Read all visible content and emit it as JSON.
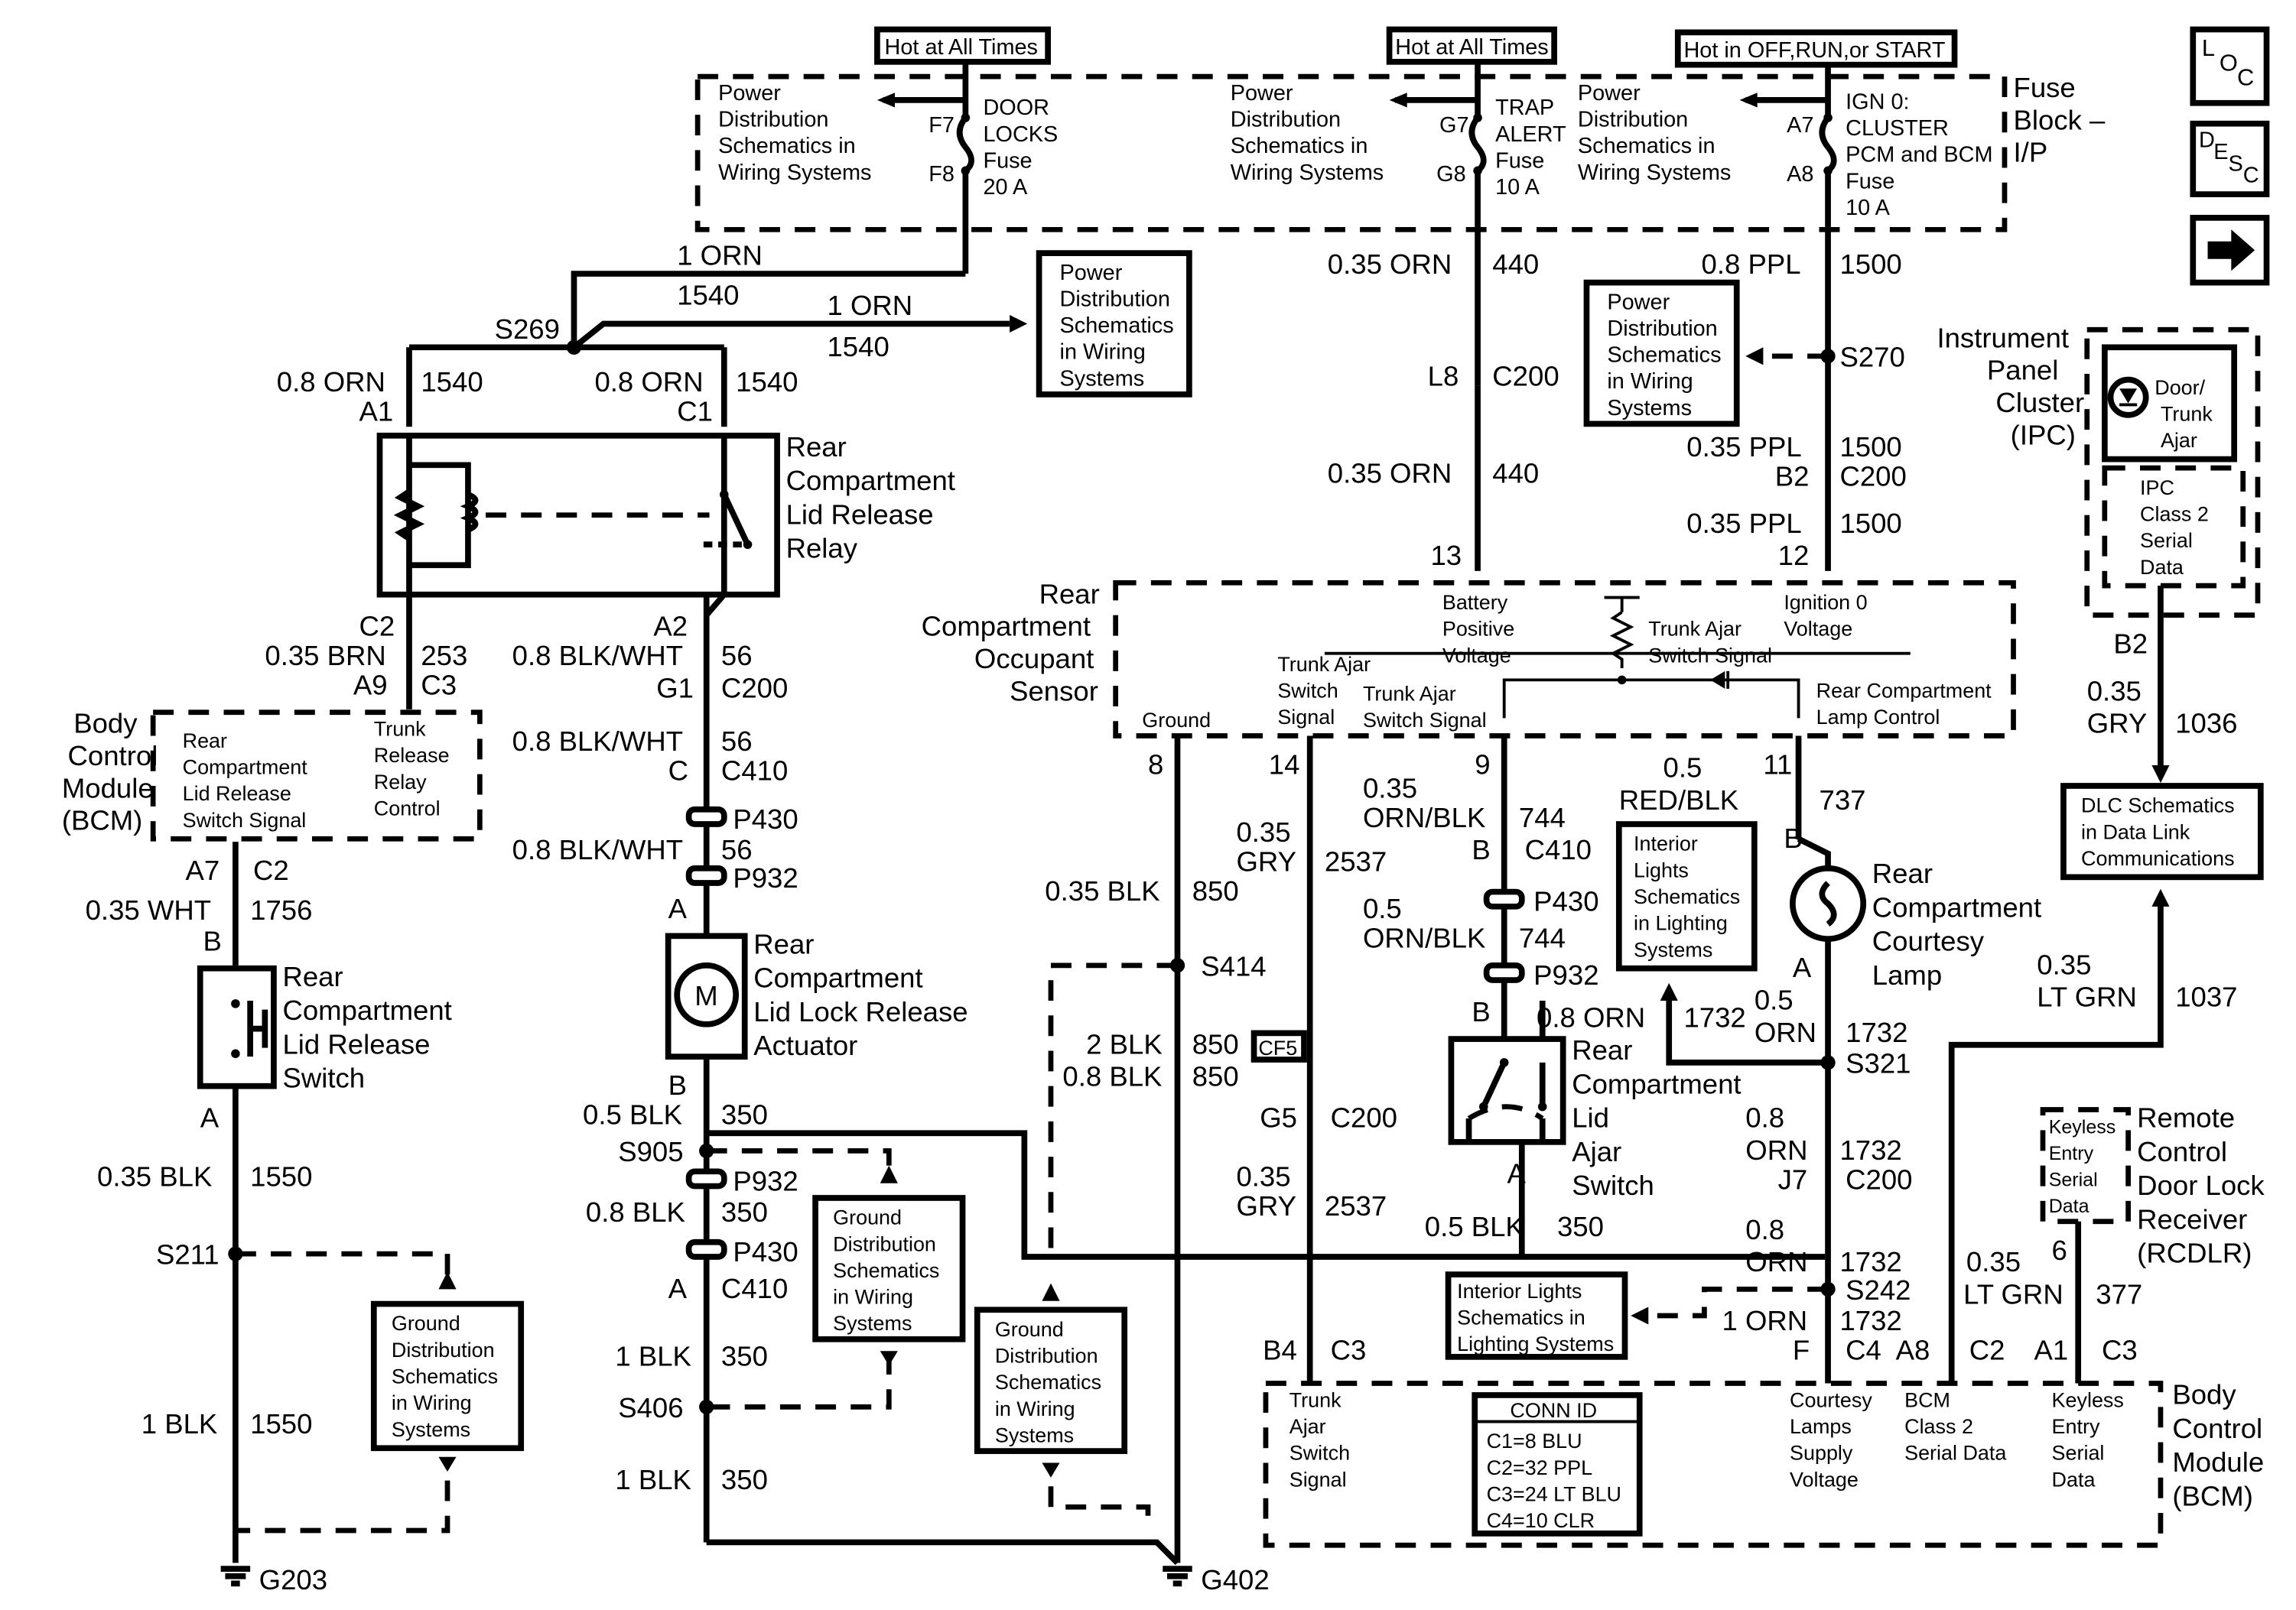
{
  "headers": {
    "hot1": "Hot at All Times",
    "hot2": "Hot at All Times",
    "hot3": "Hot in OFF,RUN,or START"
  },
  "fuse_block": {
    "title_l1": "Fuse",
    "title_l2": "Block –",
    "title_l3": "I/P",
    "pd_text": [
      "Power",
      "Distribution",
      "Schematics in",
      "Wiring Systems"
    ],
    "f7": "F7",
    "f8": "F8",
    "door_locks": [
      "DOOR",
      "LOCKS",
      "Fuse",
      "20 A"
    ],
    "g7": "G7",
    "g8": "G8",
    "trap": [
      "TRAP",
      "ALERT",
      "Fuse",
      "10 A"
    ],
    "a7": "A7",
    "a8": "A8",
    "ign": [
      "IGN 0:",
      "CLUSTER",
      "PCM and BCM",
      "Fuse",
      "10 A"
    ]
  },
  "nav": {
    "loc": [
      "L",
      "O",
      "C"
    ],
    "desc": [
      "D",
      "E",
      "S",
      "C"
    ]
  },
  "wires": {
    "w1_size": "1 ORN",
    "w1_num": "1540",
    "s269": "S269",
    "w2_size": "1 ORN",
    "w2_num": "1540",
    "a1_size": "0.8 ORN",
    "a1_num": "1540",
    "a1": "A1",
    "c1_size": "0.8 ORN",
    "c1_num": "1540",
    "c1": "C1",
    "c2": "C2",
    "brn": "0.35 BRN",
    "brn_num": "253",
    "a9": "A9",
    "c3": "C3",
    "a2": "A2",
    "bw1": "0.8 BLK/WHT",
    "bw1_num": "56",
    "g1": "G1",
    "c200a": "C200",
    "bw2": "0.8 BLK/WHT",
    "bw2_num": "56",
    "c_conn": "C",
    "c410a": "C410",
    "p430a": "P430",
    "bw3": "0.8 BLK/WHT",
    "bw3_num": "56",
    "p932a": "P932",
    "a_act": "A",
    "b_act": "B",
    "blk05": "0.5 BLK",
    "blk05_num": "350",
    "s905": "S905",
    "p932b": "P932",
    "blk08": "0.8 BLK",
    "blk08_num": "350",
    "p430b": "P430",
    "a_c410b": "A",
    "c410b": "C410",
    "blk1a": "1 BLK",
    "blk1a_num": "350",
    "s406": "S406",
    "blk1b": "1 BLK",
    "blk1b_num": "350",
    "g402": "G402",
    "a7": "A7",
    "c2b": "C2",
    "wht": "0.35 WHT",
    "wht_num": "1756",
    "b_sw": "B",
    "a_sw": "A",
    "blk035": "0.35 BLK",
    "blk035_num": "1550",
    "s211": "S211",
    "blk1c": "1 BLK",
    "blk1c_num": "1550",
    "g203": "G203",
    "orn440a": "0.35 ORN",
    "orn440a_num": "440",
    "l8": "L8",
    "c200b": "C200",
    "orn440b": "0.35 ORN",
    "orn440b_num": "440",
    "pin13": "13",
    "ppl08": "0.8 PPL",
    "ppl08_num": "1500",
    "s270": "S270",
    "ppl035a": "0.35 PPL",
    "ppl035a_num": "1500",
    "b2": "B2",
    "c200c": "C200",
    "ppl035b": "0.35 PPL",
    "ppl035b_num": "1500",
    "pin12": "12",
    "pin8": "8",
    "pin14": "14",
    "pin9": "9",
    "pin11": "11",
    "blk850": "0.35 BLK",
    "blk850_num": "850",
    "s414": "S414",
    "blk2": "2 BLK",
    "blk2_num": "850",
    "cf5": "CF5",
    "blk08b": "0.8 BLK",
    "blk08b_num": "850",
    "gry1": "0.35",
    "gry1b": "GRY",
    "gry1_num": "2537",
    "g5": "G5",
    "c200d": "C200",
    "gry2": "0.35",
    "gry2b": "GRY",
    "gry2_num": "2537",
    "b4": "B4",
    "c3b": "C3",
    "ob1": "0.35",
    "ob1b": "ORN/BLK",
    "ob1_num": "744",
    "b_c410": "B",
    "c410c": "C410",
    "p430c": "P430",
    "ob2": "0.5",
    "ob2b": "ORN/BLK",
    "ob2_num": "744",
    "p932c": "P932",
    "b_lid": "B",
    "orn08": "0.8 ORN",
    "orn08_num": "1732",
    "a_lid": "A",
    "blk05b": "0.5 BLK",
    "blk05b_num": "350",
    "rb": "0.5",
    "rbb": "RED/BLK",
    "rb_num": "737",
    "b_lamp": "B",
    "a_lamp": "A",
    "orn05": "0.5",
    "orn05b": "ORN",
    "orn05_num": "1732",
    "s321": "S321",
    "orn08c": "0.8",
    "orn08cb": "ORN",
    "orn08c_num": "1732",
    "j7": "J7",
    "c200e": "C200",
    "orn08d": "0.8",
    "orn08db": "ORN",
    "orn08d_num": "1732",
    "s242": "S242",
    "orn1": "1 ORN",
    "orn1_num": "1732",
    "f_pin": "F",
    "c4": "C4",
    "gry1036": "0.35",
    "gry1036b": "GRY",
    "gry1036_num": "1036",
    "b2b": "B2",
    "lg1": "0.35",
    "lg1b": "LT GRN",
    "lg1_num": "1037",
    "a8": "A8",
    "c2c": "C2",
    "lg2": "0.35",
    "lg2b": "LT GRN",
    "lg2_num": "377",
    "pin6": "6",
    "a1b": "A1",
    "c3c": "C3"
  },
  "components": {
    "relay": [
      "Rear",
      "Compartment",
      "Lid Release",
      "Relay"
    ],
    "actuator": [
      "Rear",
      "Compartment",
      "Lid Lock Release",
      "Actuator"
    ],
    "motor": "M",
    "switch": [
      "Rear",
      "Compartment",
      "Lid Release",
      "Switch"
    ],
    "bcm_left_title": [
      "Body",
      "Control",
      "Module",
      "(BCM)"
    ],
    "bcm_left_t1": [
      "Rear",
      "Compartment",
      "Lid Release",
      "Switch Signal"
    ],
    "bcm_left_t2": [
      "Trunk",
      "Release",
      "Relay",
      "Control"
    ],
    "rcos": [
      "Rear",
      "Compartment",
      "Occupant",
      "Sensor"
    ],
    "rcos_ground": "Ground",
    "rcos_tass1": [
      "Trunk Ajar",
      "Switch",
      "Signal"
    ],
    "rcos_tass2": [
      "Trunk Ajar",
      "Switch Signal"
    ],
    "rcos_bat": [
      "Battery",
      "Positive",
      "Voltage"
    ],
    "rcos_tass3": [
      "Trunk Ajar",
      "Switch Signal"
    ],
    "rcos_ign": [
      "Ignition 0",
      "Voltage"
    ],
    "rcos_lamp": [
      "Rear Compartment",
      "Lamp Control"
    ],
    "lid_ajar": [
      "Rear",
      "Compartment",
      "Lid",
      "Ajar",
      "Switch"
    ],
    "courtesy": [
      "Rear",
      "Compartment",
      "Courtesy",
      "Lamp"
    ],
    "ipc": [
      "Instrument",
      "Panel",
      "Cluster",
      "(IPC)"
    ],
    "ipc_door": [
      "Door/",
      "Trunk",
      "Ajar"
    ],
    "ipc_class2": [
      "IPC",
      "Class 2",
      "Serial",
      "Data"
    ],
    "rcdlr": [
      "Remote",
      "Control",
      "Door Lock",
      "Receiver",
      "(RCDLR)"
    ],
    "rcdlr_inner": [
      "Keyless",
      "Entry",
      "Serial",
      "Data"
    ],
    "bcm_bottom": [
      "Body",
      "Control",
      "Module",
      "(BCM)"
    ],
    "bcm_b_t1": [
      "Trunk",
      "Ajar",
      "Switch",
      "Signal"
    ],
    "bcm_b_t2": [
      "Courtesy",
      "Lamps",
      "Supply",
      "Voltage"
    ],
    "bcm_b_t3": [
      "BCM",
      "Class 2",
      "Serial Data"
    ],
    "bcm_b_t4": [
      "Keyless",
      "Entry",
      "Serial",
      "Data"
    ],
    "conn_id": "CONN ID",
    "conn_lines": [
      "C1=8 BLU",
      "C2=32 PPL",
      "C3=24 LT BLU",
      "C4=10 CLR"
    ]
  },
  "refs": {
    "pd1": [
      "Power",
      "Distribution",
      "Schematics",
      "in Wiring",
      "Systems"
    ],
    "pd2": [
      "Power",
      "Distribution",
      "Schematics",
      "in Wiring",
      "Systems"
    ],
    "gd1": [
      "Ground",
      "Distribution",
      "Schematics",
      "in Wiring",
      "Systems"
    ],
    "gd2": [
      "Ground",
      "Distribution",
      "Schematics",
      "in Wiring",
      "Systems"
    ],
    "gd3": [
      "Ground",
      "Distribution",
      "Schematics",
      "in Wiring",
      "Systems"
    ],
    "il1": [
      "Interior",
      "Lights",
      "Schematics",
      "in Lighting",
      "Systems"
    ],
    "il2": [
      "Interior Lights",
      "Schematics in",
      "Lighting Systems"
    ],
    "dlc": [
      "DLC Schematics",
      "in Data Link",
      "Communications"
    ]
  }
}
